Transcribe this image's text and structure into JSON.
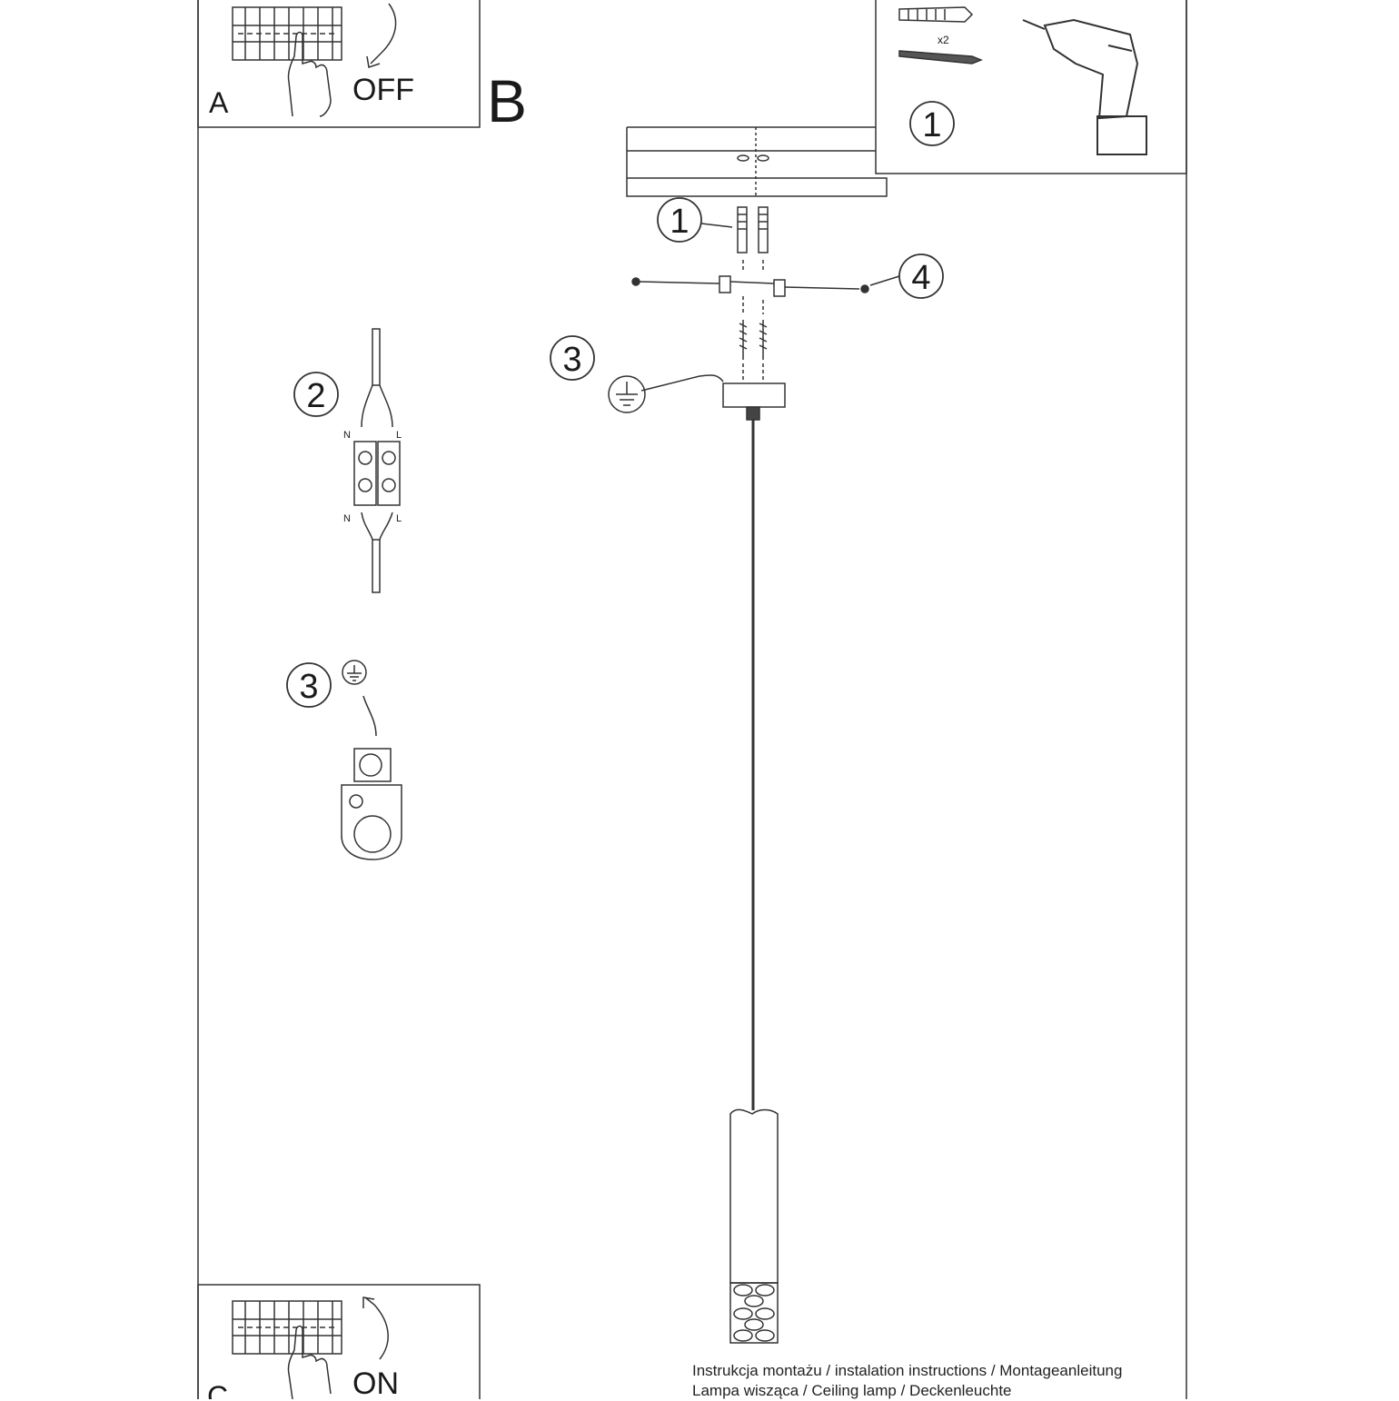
{
  "panel_a": {
    "letter": "A",
    "switch_text": "OFF"
  },
  "panel_b": {
    "letter": "B"
  },
  "panel_c": {
    "letter": "C",
    "switch_text": "ON"
  },
  "tools": {
    "step": "1",
    "quantity": "x2"
  },
  "steps": {
    "screws": "1",
    "wiring": "2",
    "ground_detail": "3",
    "ground_main": "3",
    "bracket": "4"
  },
  "terminal": {
    "neutral_top": "N",
    "live_top": "L",
    "neutral_bottom": "N",
    "live_bottom": "L"
  },
  "footer": {
    "line1": "Instrukcja montażu / instalation instructions / Montageanleitung",
    "line2": "Lampa wisząca / Ceiling lamp / Deckenleuchte"
  }
}
